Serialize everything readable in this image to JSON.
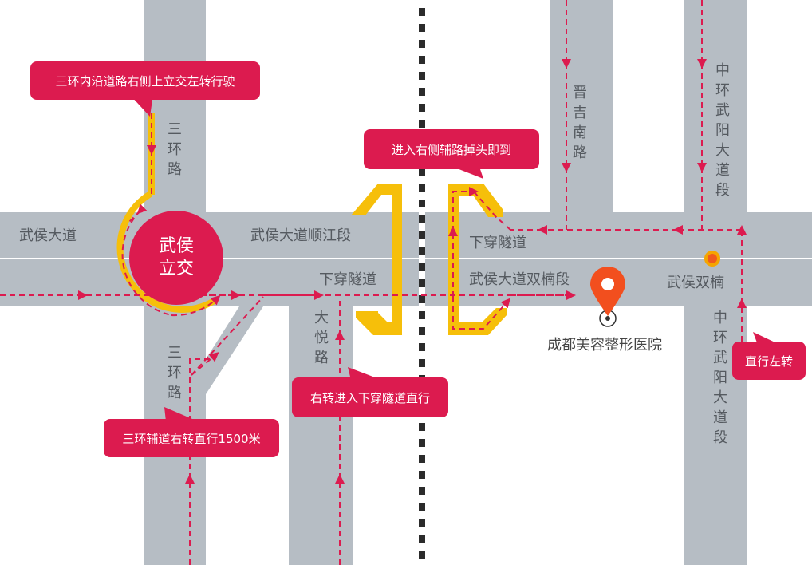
{
  "roads": {
    "wuhou_avenue": "武侯大道",
    "wuhou_shunjiang": "武侯大道顺江段",
    "wuhou_shuangnan": "武侯大道双楠段",
    "third_ring_north": "三环路",
    "third_ring_south": "三环路",
    "dayue_road": "大悦路",
    "jinji_south": "晋吉南路",
    "zhonghuan_north": "中环武阳大道段",
    "zhonghuan_south": "中环武阳大道段",
    "tunnel_right": "下穿隧道",
    "tunnel_left": "下穿隧道",
    "shuangnan": "武侯双楠"
  },
  "interchange": "武侯立交",
  "destination": "成都美容整形医院",
  "callouts": {
    "ring_inner": "三环内沿道路右侧上立交左转行驶",
    "aux_uturn": "进入右侧辅路掉头即到",
    "tunnel_straight": "右转进入下穿隧道直行",
    "ring_aux": "三环辅道右转直行1500米",
    "straight_left": "直行左转"
  },
  "colors": {
    "road": "#b6bdc4",
    "accent": "#dc1b4f",
    "yellow": "#f6bf0a",
    "pin": "#f24f1e",
    "metro_dot": "#f5a500"
  },
  "icons": {
    "destination": "map-pin-icon",
    "metro": "metro-station-dot-icon"
  }
}
